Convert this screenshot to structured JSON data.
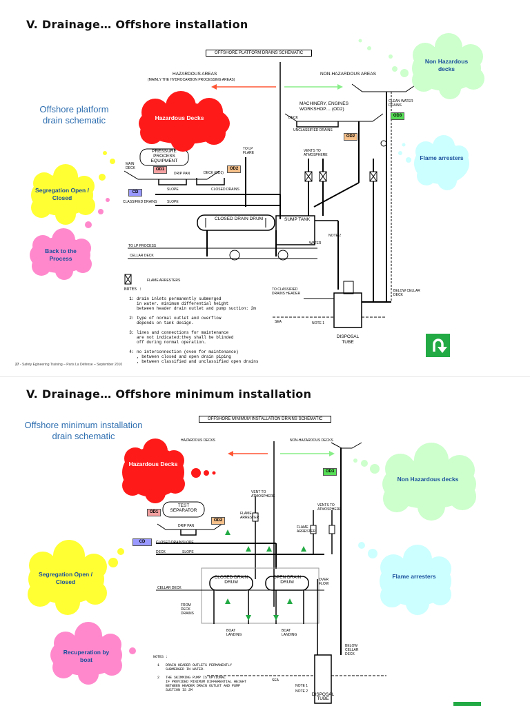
{
  "slide1": {
    "title": "V. Drainage… Offshore installation",
    "subtitle_line1": "Offshore platform",
    "subtitle_line2": "drain schematic",
    "schematic_title": "OFFSHORE PLATFORM DRAINS SCHEMATIC",
    "hazardous_areas": "HAZARDOUS AREAS",
    "hazardous_areas_note": "(MAINLY THE HYDROCARBON PROCESSING AREAS)",
    "non_hazardous_areas": "NON-HAZARDOUS AREAS",
    "machinery": "MACHINERY, ENGINES",
    "workshop": "WORKSHOP… (OD2)",
    "clean_water": "CLEAN WATER DRAINS",
    "deck": "DECK",
    "unclassified": "UNCLASSIFIED DRAINS",
    "pressure1": "PRESSURE",
    "pressure2": "PROCESS",
    "pressure3": "EQUIPMENT",
    "to_lp_flare": "TO LP FLARE",
    "vents": "VENTS TO ATMOSPHERE",
    "main_deck": "MAIN DECK",
    "drip_pan": "DRIP PAN",
    "deck_od1": "DECK (OD1)",
    "closed_drains": "CLOSED DRAINS",
    "slope": "SLOPE",
    "classified_drains": "CLASSIFIED DRAINS",
    "closed_drain_drum": "CLOSED DRAIN DRUM",
    "sump_tank": "SUMP TANK",
    "to_lp_process": "TO LP PROCESS",
    "cellar_deck": "CELLAR DECK",
    "note2": "NOTE 2",
    "note1": "NOTE 1",
    "water": "WATER",
    "flame_arresters": "FLAME ARRESTERS",
    "to_classified": "TO CLASSIFIED DRAINS HEADER",
    "below_cellar": "BELOW CELLAR DECK",
    "sea": "SEA",
    "disposal_tube": "DISPOSAL TUBE",
    "notes_text": "NOTES :\n\n  1: drain inlets permanently submerged\n     in water. minimum differential height\n     between header drain outlet and pump suction: 2m\n\n  2: type of normal outlet and overflow\n     depends on tank design.\n\n  3: lines and connections for maintenance\n     are not indicated:they shall be blinded\n     off during normal operation.\n\n  4: no interconnection (even for maintenance)\n     , between closed and open drain piping\n     , between classified and unclassified open drains",
    "footer_num": "27",
    "footer": " - Safety Egineering Training – Paris La Défense – September 2010",
    "tags": {
      "od1": "OD1",
      "od2a": "OD2",
      "od2b": "OD2",
      "od3": "OD3",
      "cd": "CD"
    },
    "clouds": {
      "hazardous": "Hazardous Decks",
      "non_hazardous": "Non Hazardous decks",
      "flame": "Flame arresters",
      "segregation": "Segregation Open / Closed",
      "back": "Back to the Process"
    }
  },
  "slide2": {
    "title": "V. Drainage… Offshore minimum installation",
    "subtitle_line1": "Offshore minimum installation",
    "subtitle_line2": "drain schematic",
    "schematic_title": "OFFSHORE MINIMUM INSTALLATION DRAINS SCHEMATIC",
    "hazardous_decks": "HAZARDOUS DECKS",
    "non_hazardous_decks": "NON-HAZARDOUS DECKS",
    "test1": "TEST",
    "test2": "SEPARATOR",
    "vent_to": "VENT TO ATMOSPHERE",
    "vents_to": "VENTS TO ATMOSPHERE",
    "flame_arrester": "FLAME ARRESTER",
    "closed_drain_drum": "CLOSED DRAIN DRUM",
    "open_drain_drum": "OPEN DRAIN DRUM",
    "cellar_deck": "CELLAR DECK",
    "from_deck": "FROM DECK DRAINS",
    "boat_landing": "BOAT LANDING",
    "below_cellar": "BELOW CELLAR DECK",
    "notes_text": "NOTES :\n\n  1   DRAIN HEADER OUTLETS PERMANENTLY\n      SUBMERGED IN WATER.\n\n  2   THE SKIMMING PUMP IS OPTIONAL\n      IF PROVIDED MINIMUM DIFFERENTIAL HEIGHT\n      BETWEEN HEADER DRAIN OUTLET AND PUMP\n      SUCTION IS 2M",
    "sea": "SEA",
    "note1": "NOTE 1",
    "note2": "NOTE 2",
    "disposal_tube": "DISPOSAL TUBE",
    "closed_drain": "CLOSED DRAIN",
    "slope": "SLOPE",
    "drip_pan": "DRIP PAN",
    "deck": "DECK",
    "overflow": "OVER FLOW",
    "tags": {
      "od1": "OD1",
      "od2": "OD2",
      "od3": "OD3",
      "cd": "CD"
    },
    "clouds": {
      "hazardous": "Hazardous Decks",
      "non_hazardous": "Non Hazardous decks",
      "flame": "Flame arresters",
      "segregation": "Segregation Open / Closed",
      "recuperation": "Recuperation by boat"
    }
  },
  "colors": {
    "red_cloud": "#ff1a1a",
    "green_cloud": "#ccffcc",
    "cyan_cloud": "#ccffff",
    "yellow_cloud": "#ffff33",
    "pink_cloud": "#ff88cc",
    "od_red": "#f4a0a0",
    "od_orange": "#f6c08a",
    "od_green": "#55dd55",
    "cd_blue": "#9999ff",
    "title_blue": "#2f6fb0",
    "nav_green": "#22aa44"
  }
}
